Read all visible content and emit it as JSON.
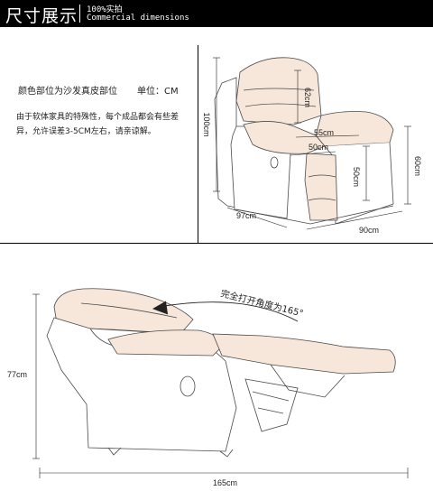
{
  "header": {
    "title": "尺寸展示",
    "subtitle_cn": "100%实拍",
    "subtitle_en": "Commercial dimensions"
  },
  "info": {
    "color_note": "颜色部位为沙发真皮部位",
    "unit": "单位：CM",
    "tolerance_note": "由于软体家具的特殊性，每个成品都会有些差异，允许误差3-5CM左右，请亲谅解。"
  },
  "top_dims": {
    "height": "100cm",
    "back": "62cm",
    "seat_width": "55cm",
    "seat_depth": "50cm",
    "seat_height": "50cm",
    "arm_height": "60cm",
    "depth": "97cm",
    "width": "90cm"
  },
  "bottom_dims": {
    "recline_note": "完全打开角度为165°",
    "height": "77cm",
    "length": "165cm"
  },
  "colors": {
    "leather": "#f7e7da",
    "outline": "#4a4a4a",
    "header_bg": "#000000"
  }
}
